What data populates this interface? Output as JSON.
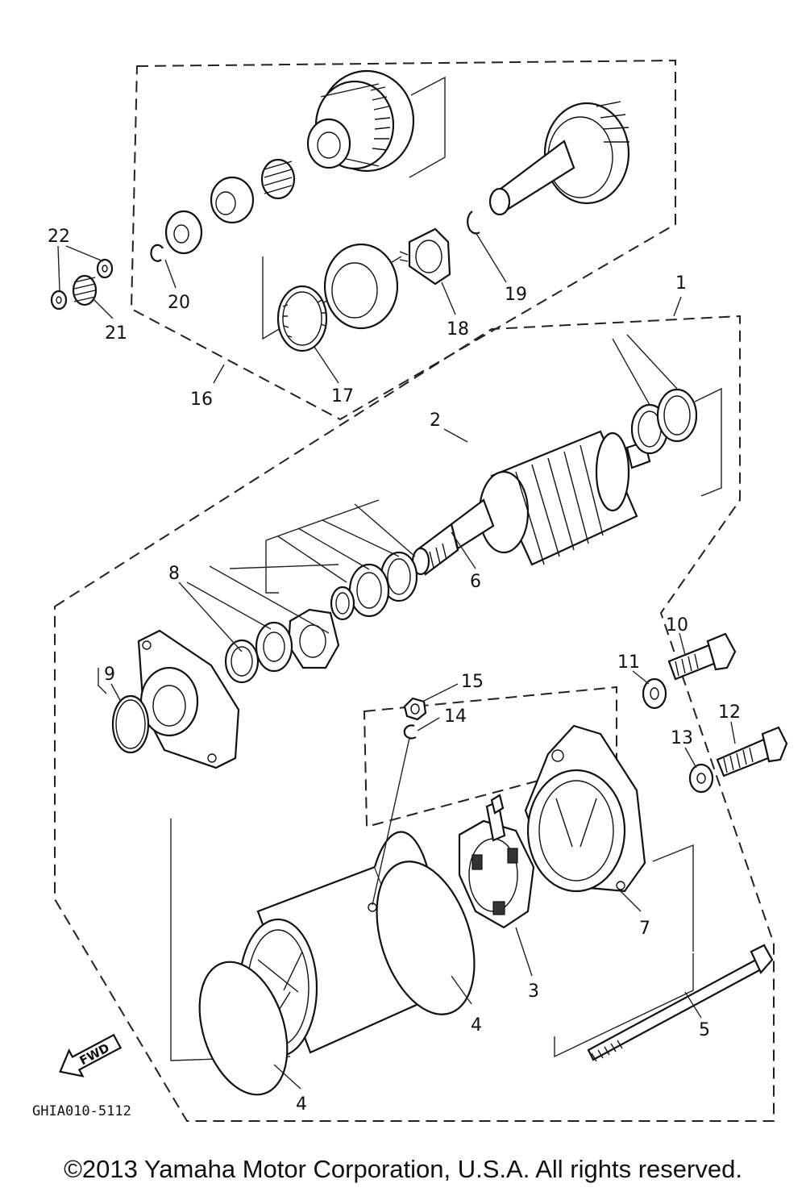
{
  "diagram": {
    "code": "GHIA010-5112",
    "fwd_label": "FWD",
    "copyright": "©2013 Yamaha Motor Corporation, U.S.A. All rights reserved."
  },
  "callouts": {
    "c1": "1",
    "c2": "2",
    "c3": "3",
    "c4a": "4",
    "c4b": "4",
    "c5": "5",
    "c6": "6",
    "c7": "7",
    "c8": "8",
    "c9": "9",
    "c10": "10",
    "c11": "11",
    "c12": "12",
    "c13": "13",
    "c14": "14",
    "c15": "15",
    "c16": "16",
    "c17": "17",
    "c18": "18",
    "c19": "19",
    "c20": "20",
    "c21": "21",
    "c22": "22"
  }
}
